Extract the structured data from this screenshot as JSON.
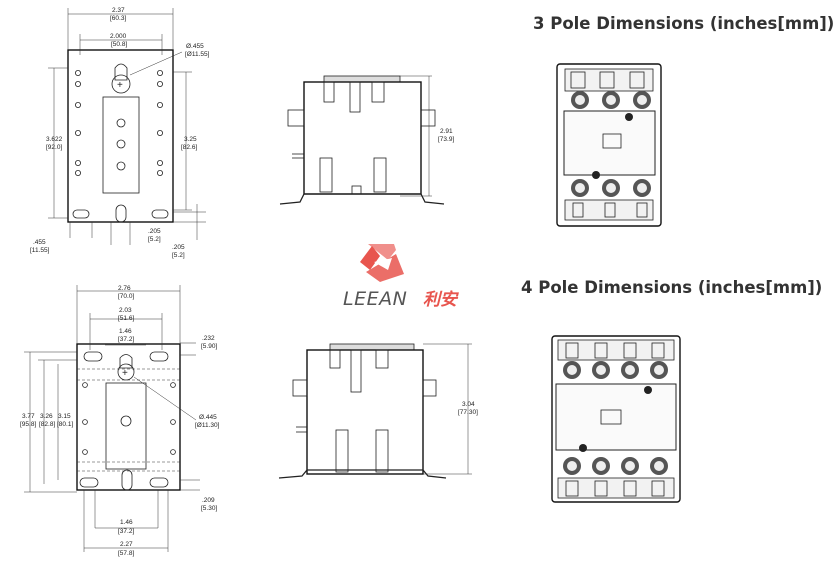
{
  "headings": {
    "three_pole": "3 Pole Dimensions (inches[mm])",
    "four_pole": "4 Pole Dimensions (inches[mm])"
  },
  "logo": {
    "text_latin": "LEEAN",
    "text_cjk": "利安",
    "color": "#e8554e"
  },
  "three_pole_dims": {
    "width": "2.37",
    "width_mm": "[60.3]",
    "hole_span": "2.000",
    "hole_span_mm": "[50.8]",
    "hole_dia": "Ø.455",
    "hole_dia_mm": "[Ø11.55]",
    "height": "3.622",
    "height_mm": "[92.0]",
    "mount_height": "3.25",
    "mount_height_mm": "[82.6]",
    "slot_offset": ".455",
    "slot_offset_mm": "[11.55]",
    "slot_width": ".205",
    "slot_width_mm": "[5.2]",
    "edge_offset": ".205",
    "edge_offset_mm": "[5.2]",
    "side_height": "2.91",
    "side_height_mm": "[73.9]"
  },
  "four_pole_dims": {
    "width": "2.76",
    "width_mm": "[70.0]",
    "hole_span": "2.03",
    "hole_span_mm": "[51.6]",
    "inner_span": "1.46",
    "inner_span_mm": "[37.2]",
    "top_edge": ".232",
    "top_edge_mm": "[5.90]",
    "height": "3.77",
    "height_mm": "[95.8]",
    "height2": "3.26",
    "height2_mm": "[82.8]",
    "height3": "3.15",
    "height3_mm": "[80.1]",
    "hole_dia": "Ø.445",
    "hole_dia_mm": "[Ø11.30]",
    "slot_edge": ".209",
    "slot_edge_mm": "[5.30]",
    "bottom_span": "1.46",
    "bottom_span_mm": "[37.2]",
    "base_width": "2.27",
    "base_width_mm": "[57.8]",
    "side_height": "3.04",
    "side_height_mm": "[77.30]"
  }
}
